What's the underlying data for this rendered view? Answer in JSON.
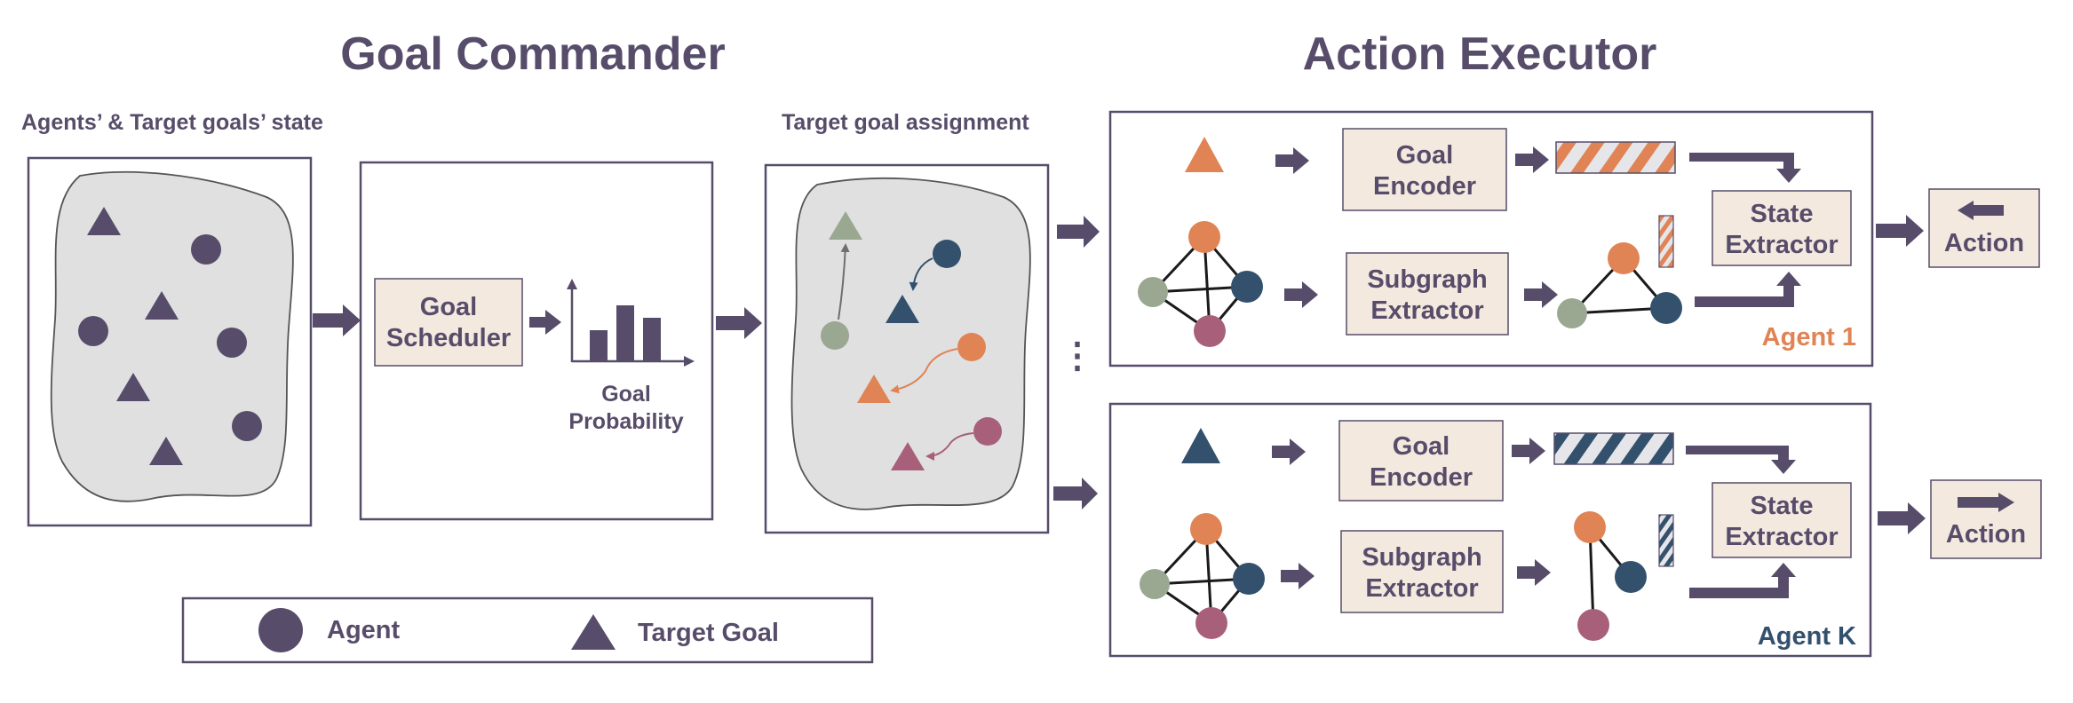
{
  "titles": {
    "goal_commander": "Goal Commander",
    "action_executor": "Action Executor"
  },
  "subtitles": {
    "state": "Agents’ & Target goals’ state",
    "assignment": "Target goal assignment"
  },
  "goal_scheduler": {
    "line1": "Goal",
    "line2": "Scheduler"
  },
  "goal_probability": {
    "line1": "Goal",
    "line2": "Probability",
    "bar_levels": [
      0.42,
      0.75,
      0.58
    ]
  },
  "executor_labels": {
    "goal_encoder": {
      "line1": "Goal",
      "line2": "Encoder"
    },
    "subgraph_extractor": {
      "line1": "Subgraph",
      "line2": "Extractor"
    },
    "state_extractor": {
      "line1": "State",
      "line2": "Extractor"
    },
    "action": "Action"
  },
  "agents": {
    "agent1": "Agent 1",
    "agentK": "Agent K"
  },
  "ellipsis": "⋮",
  "legend": {
    "agent": "Agent",
    "target_goal": "Target Goal"
  },
  "colors": {
    "text": "#574d6a",
    "orange": "#e08355",
    "navy": "#33506c",
    "sage": "#9aa891",
    "rose": "#a8607a",
    "beige": "#f4e9df",
    "blob": "#e0e0e0"
  }
}
